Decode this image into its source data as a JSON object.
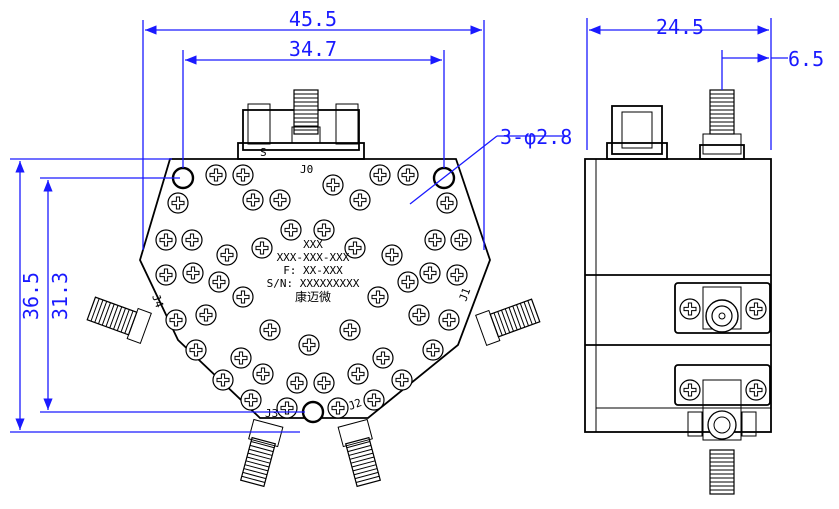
{
  "dimensions": {
    "width_overall": "45.5",
    "hole_spacing_x": "34.7",
    "depth": "24.5",
    "connector_offset": "6.5",
    "height_overall": "36.5",
    "hole_spacing_y": "31.3",
    "mount_holes": "3-φ2.8"
  },
  "ports": {
    "j0": "J0",
    "j1": "J1",
    "j2": "J2",
    "j3": "J3",
    "j4": "J4",
    "s_mark": "S"
  },
  "label": {
    "line1": "XXX",
    "line2": "XXX-XXX-XXX",
    "line3": "F: XX-XXX",
    "line4": "S/N: XXXXXXXXX",
    "maker": "康迈微"
  }
}
